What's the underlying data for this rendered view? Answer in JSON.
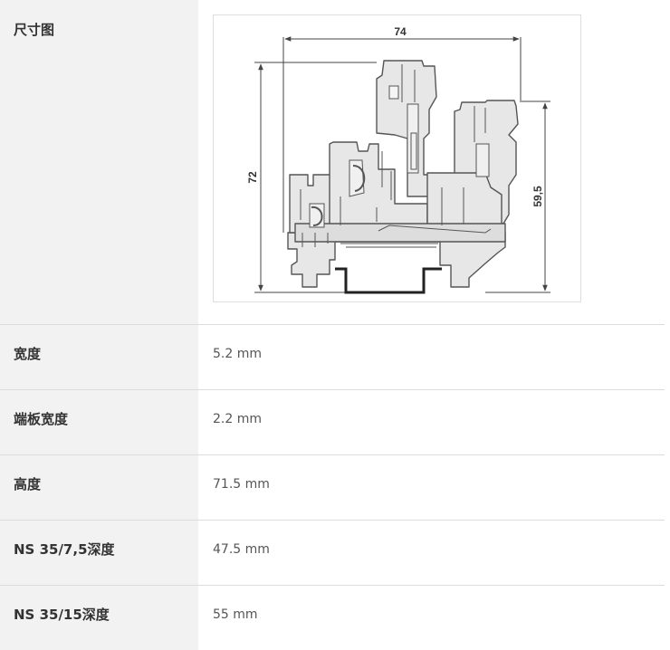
{
  "rows": [
    {
      "label": "尺寸图",
      "value": ""
    },
    {
      "label": "宽度",
      "value": "5.2 mm"
    },
    {
      "label": "端板宽度",
      "value": "2.2 mm"
    },
    {
      "label": "高度",
      "value": "71.5 mm"
    },
    {
      "label": "NS 35/7,5深度",
      "value": "47.5 mm"
    },
    {
      "label": "NS 35/15深度",
      "value": "55 mm"
    }
  ],
  "drawing": {
    "width_dim": "74",
    "height_dim": "72",
    "right_dim": "59,5"
  },
  "colors": {
    "label_bg": "#f2f2f2",
    "divider": "#dcdcdc",
    "drawing_line": "#444444"
  }
}
